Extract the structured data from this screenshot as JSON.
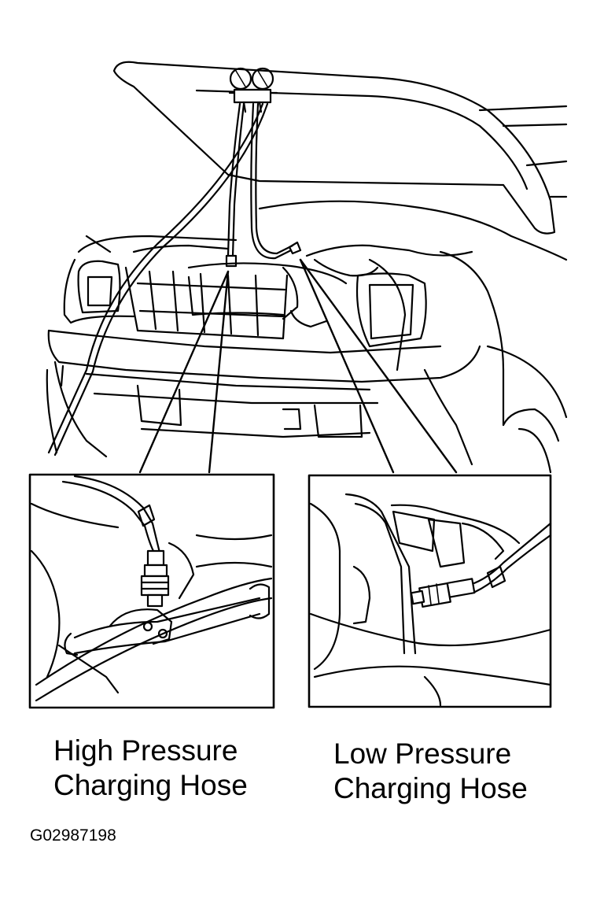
{
  "labels": {
    "high": {
      "line1": "High Pressure",
      "line2": "Charging Hose"
    },
    "low": {
      "line1": "Low Pressure",
      "line2": "Charging Hose"
    }
  },
  "figure_id": "G02987198",
  "colors": {
    "ink": "#000000",
    "paper": "#ffffff"
  }
}
